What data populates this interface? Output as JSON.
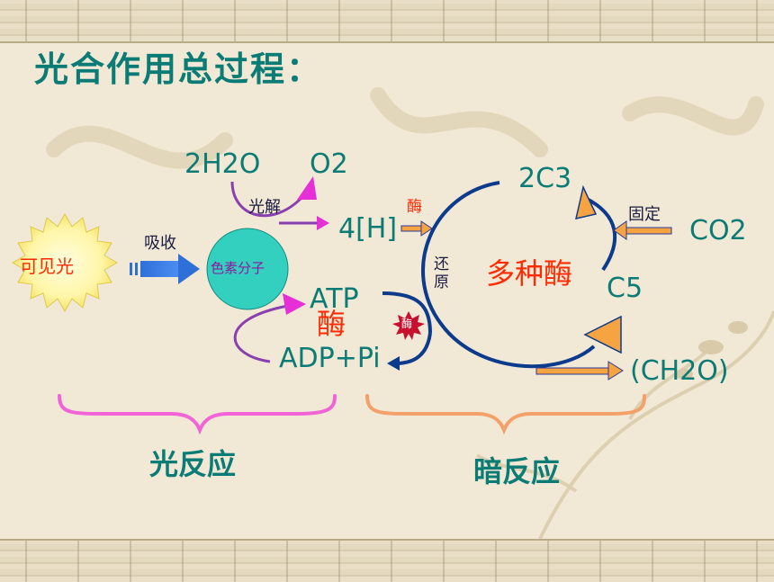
{
  "title": "光合作用总过程：",
  "light": {
    "source": "可见光",
    "absorb": "吸收",
    "pigment": "色素分子"
  },
  "photolysis": {
    "water": "2H2O",
    "oxygen": "O2",
    "label": "光解",
    "hydrogen": "4[H]"
  },
  "energy": {
    "atp": "ATP",
    "adp": "ADP+Pi",
    "enzyme": "酶",
    "enzyme_badge": "酶"
  },
  "calvin": {
    "c3": "2C3",
    "c5": "C5",
    "co2": "CO2",
    "fix": "固定",
    "reduce": "还原",
    "enzyme_small": "酶",
    "enzymes": "多种酶",
    "product": "(CH2O)"
  },
  "phases": {
    "light_reaction": "光反应",
    "dark_reaction": "暗反应"
  }
}
